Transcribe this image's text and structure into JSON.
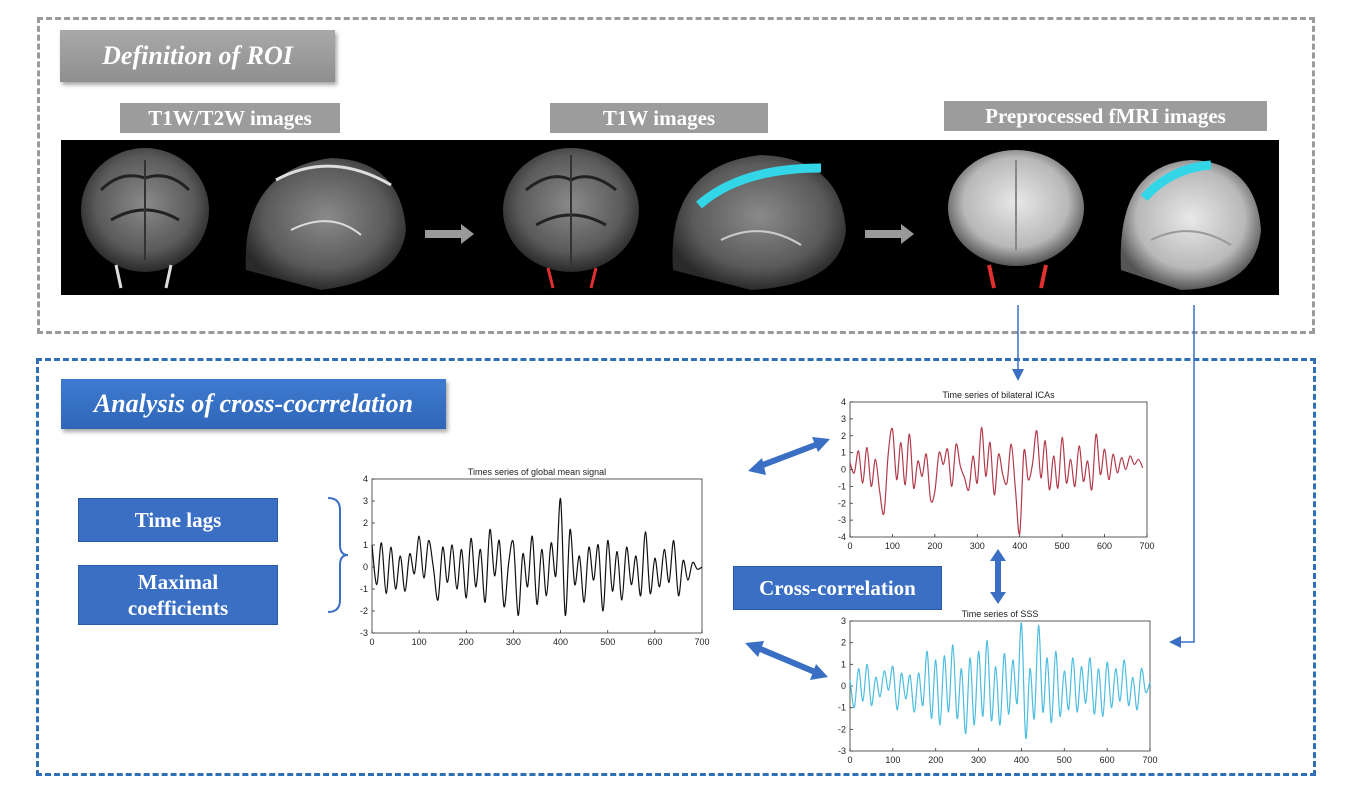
{
  "section1": {
    "title": "Definition of ROI"
  },
  "section2": {
    "title": "Analysis of cross-cocrrelation"
  },
  "image_labels": [
    "T1W/T2W images",
    "T1W images",
    "Preprocessed fMRI images"
  ],
  "metrics": {
    "time_lags": "Time lags",
    "maximal_coefficients_line1": "Maximal",
    "maximal_coefficients_line2": "coefficients"
  },
  "cross_correlation_label": "Cross-correlation",
  "colors": {
    "roi_ica": "#e03030",
    "roi_sss": "#33d6e6",
    "global": "#111111",
    "ica": "#b23a4a",
    "sss": "#4bbde0",
    "arrow": "#3a6fc4"
  },
  "chart_data": [
    {
      "type": "line",
      "title": "Times series of global mean signal",
      "xlim": [
        0,
        700
      ],
      "ylim": [
        -3,
        4
      ],
      "xticks": [
        0,
        100,
        200,
        300,
        400,
        500,
        600,
        700
      ],
      "yticks": [
        -3,
        -2,
        -1,
        0,
        1,
        2,
        3,
        4
      ],
      "series": [
        {
          "x": [
            0,
            10,
            20,
            30,
            40,
            50,
            60,
            70,
            80,
            90,
            100,
            110,
            120,
            130,
            140,
            150,
            160,
            170,
            180,
            190,
            200,
            210,
            220,
            230,
            240,
            250,
            260,
            270,
            280,
            290,
            300,
            310,
            320,
            330,
            340,
            350,
            360,
            370,
            380,
            390,
            400,
            410,
            420,
            430,
            440,
            450,
            460,
            470,
            480,
            490,
            500,
            510,
            520,
            530,
            540,
            550,
            560,
            570,
            580,
            590,
            600,
            610,
            620,
            630,
            640,
            650,
            660,
            670,
            680,
            690,
            700
          ],
          "y": [
            1,
            -0.8,
            1.1,
            -1.2,
            0.9,
            -1,
            0.5,
            -1.1,
            0.6,
            -0.3,
            1.4,
            -0.5,
            1.2,
            0,
            -1.5,
            0.9,
            -0.7,
            1,
            -1,
            0.8,
            -1.4,
            1.3,
            -0.9,
            0.8,
            -1.6,
            1.7,
            -0.4,
            1.2,
            -1.8,
            0.2,
            1.1,
            -2.2,
            0.6,
            -0.9,
            1.4,
            -1.7,
            0.8,
            -1.3,
            1.1,
            -0.4,
            3.1,
            -2.2,
            1.7,
            -0.8,
            0.5,
            -1.6,
            0.9,
            -0.6,
            1,
            -2,
            1.2,
            -1.1,
            0.7,
            -1.5,
            0.9,
            -0.8,
            0.5,
            -1.3,
            1.6,
            -1.2,
            0.4,
            -0.9,
            0.8,
            -0.7,
            1.2,
            -1.3,
            0.3,
            -0.6,
            0.2,
            -0.1,
            0
          ]
        }
      ]
    },
    {
      "type": "line",
      "title": "Time series of bilateral ICAs",
      "xlim": [
        0,
        700
      ],
      "ylim": [
        -4,
        4
      ],
      "xticks": [
        0,
        100,
        200,
        300,
        400,
        500,
        600,
        700
      ],
      "yticks": [
        -4,
        -3,
        -2,
        -1,
        0,
        1,
        2,
        3,
        4
      ],
      "series": [
        {
          "x": [
            0,
            10,
            20,
            30,
            40,
            50,
            60,
            70,
            80,
            90,
            100,
            110,
            120,
            130,
            140,
            150,
            160,
            170,
            180,
            190,
            200,
            210,
            220,
            230,
            240,
            250,
            260,
            270,
            280,
            290,
            300,
            310,
            320,
            330,
            340,
            350,
            360,
            370,
            380,
            390,
            400,
            410,
            420,
            430,
            440,
            450,
            460,
            470,
            480,
            490,
            500,
            510,
            520,
            530,
            540,
            550,
            560,
            570,
            580,
            590,
            600,
            610,
            620,
            630,
            640,
            650,
            660,
            670,
            680,
            690
          ],
          "y": [
            0.4,
            -0.2,
            1.1,
            -0.8,
            1.3,
            -1,
            0.6,
            -1.3,
            -2.6,
            0.9,
            2.4,
            -0.6,
            1.6,
            -0.9,
            2.1,
            -1.1,
            0.5,
            -0.4,
            0.9,
            -1.8,
            -1.3,
            1,
            0.3,
            1.2,
            -1,
            1.5,
            0.2,
            -0.5,
            -1.2,
            0.8,
            -0.8,
            2.5,
            -0.4,
            1.6,
            -1.5,
            0.9,
            -0.3,
            -0.8,
            1.5,
            -1.2,
            -3.8,
            1.1,
            -0.6,
            0.3,
            2.3,
            -0.5,
            1.7,
            -1.2,
            0.8,
            -1.1,
            1.9,
            -0.8,
            0.6,
            -1,
            1.4,
            -0.7,
            0.5,
            -1.2,
            2.1,
            -0.3,
            1.2,
            -0.6,
            0.9,
            -0.2,
            0.7,
            0,
            0.8,
            0.3,
            0.6,
            0.1
          ]
        }
      ]
    },
    {
      "type": "line",
      "title": "Time series of SSS",
      "xlim": [
        0,
        700
      ],
      "ylim": [
        -3,
        3
      ],
      "xticks": [
        0,
        100,
        200,
        300,
        400,
        500,
        600,
        700
      ],
      "yticks": [
        -3,
        -2,
        -1,
        0,
        1,
        2,
        3
      ],
      "series": [
        {
          "x": [
            0,
            10,
            20,
            30,
            40,
            50,
            60,
            70,
            80,
            90,
            100,
            110,
            120,
            130,
            140,
            150,
            160,
            170,
            180,
            190,
            200,
            210,
            220,
            230,
            240,
            250,
            260,
            270,
            280,
            290,
            300,
            310,
            320,
            330,
            340,
            350,
            360,
            370,
            380,
            390,
            400,
            410,
            420,
            430,
            440,
            450,
            460,
            470,
            480,
            490,
            500,
            510,
            520,
            530,
            540,
            550,
            560,
            570,
            580,
            590,
            600,
            610,
            620,
            630,
            640,
            650,
            660,
            670,
            680,
            690,
            700
          ],
          "y": [
            0.3,
            -1,
            0.8,
            -0.7,
            1,
            -0.9,
            0.4,
            -0.5,
            0.7,
            -0.2,
            0.9,
            -1.1,
            0.6,
            -0.6,
            0.5,
            -1.2,
            0.6,
            -0.9,
            1.6,
            -1.5,
            1.2,
            -1.8,
            1.4,
            -1.2,
            1.9,
            -1.5,
            0.8,
            -2.2,
            1.3,
            -1.8,
            1.6,
            -1.4,
            2.1,
            -1.6,
            0.9,
            -1.8,
            1.5,
            -1.3,
            1.2,
            -0.8,
            2.9,
            -2.4,
            0.8,
            -1.5,
            2.8,
            -1.2,
            1.3,
            -1.7,
            1.6,
            -1.4,
            0.7,
            -1.1,
            1.3,
            -1.2,
            0.9,
            -0.8,
            1.3,
            -1.3,
            0.8,
            -1.4,
            1.1,
            -1,
            0.8,
            -0.7,
            1.2,
            -0.9,
            0.4,
            -1.1,
            0.8,
            -0.3,
            0.2
          ]
        }
      ]
    }
  ]
}
